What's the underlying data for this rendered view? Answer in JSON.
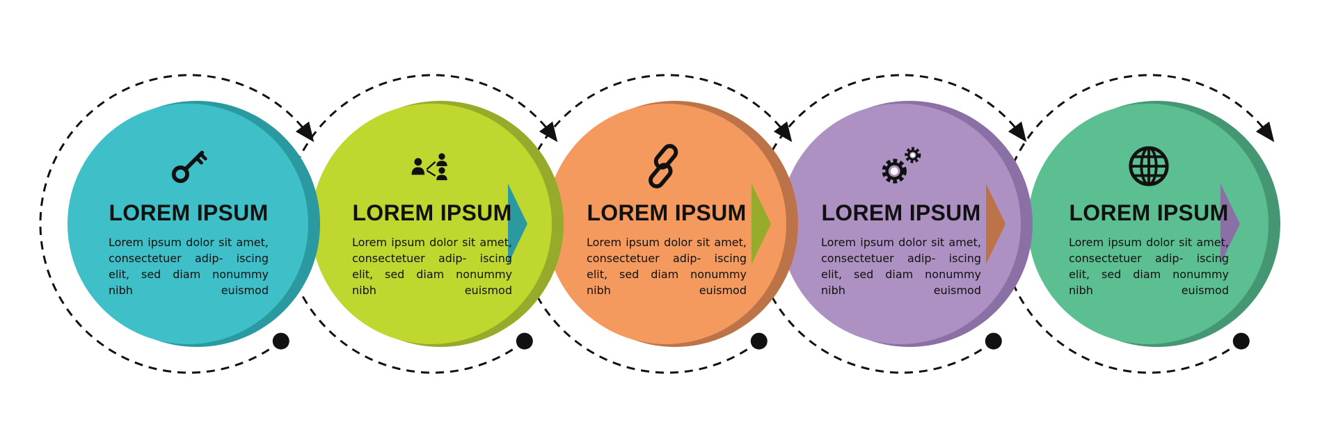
{
  "steps": [
    {
      "title": "LOREM IPSUM",
      "description": "Lorem ipsum dolor sit amet, consectetuer adip- iscing elit, sed diam nonummy nibh euismod",
      "icon": "key-icon",
      "color": "#3fc0c9",
      "shadow": "#2a9aa0"
    },
    {
      "title": "LOREM IPSUM",
      "description": "Lorem ipsum dolor sit amet, consectetuer adip- iscing elit, sed diam nonummy nibh euismod",
      "icon": "people-share-icon",
      "color": "#c0d72f",
      "shadow": "#97ab2a"
    },
    {
      "title": "LOREM IPSUM",
      "description": "Lorem ipsum dolor sit amet, consectetuer adip- iscing elit, sed diam nonummy nibh euismod",
      "icon": "link-icon",
      "color": "#f59a5e",
      "shadow": "#bd7348"
    },
    {
      "title": "LOREM IPSUM",
      "description": "Lorem ipsum dolor sit amet, consectetuer adip- iscing elit, sed diam nonummy nibh euismod",
      "icon": "gears-icon",
      "color": "#ad91c3",
      "shadow": "#8b70a6"
    },
    {
      "title": "LOREM IPSUM",
      "description": "Lorem ipsum dolor sit amet, consectetuer adip- iscing elit, sed diam nonummy nibh euismod",
      "icon": "globe-icon",
      "color": "#5cbf92",
      "shadow": "#449772"
    }
  ]
}
